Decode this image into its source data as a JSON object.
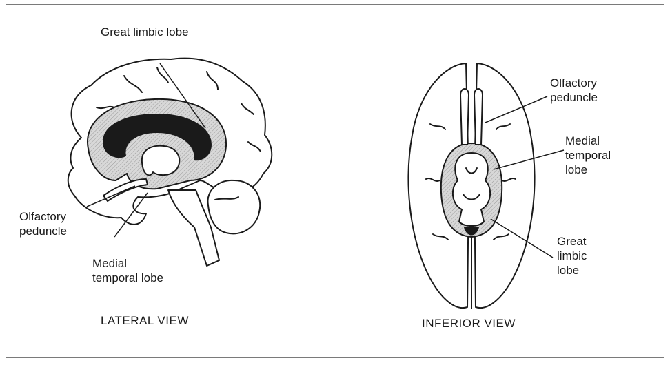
{
  "lateral": {
    "title": "LATERAL VIEW",
    "labels": {
      "great_limbic_lobe": "Great limbic lobe",
      "olfactory_peduncle": "Olfactory\npeduncle",
      "medial_temporal_lobe": "Medial\ntemporal lobe"
    }
  },
  "inferior": {
    "title": "INFERIOR VIEW",
    "labels": {
      "olfactory_peduncle": "Olfactory\npeduncle",
      "medial_temporal_lobe": "Medial\ntemporal\nlobe",
      "great_limbic_lobe": "Great\nlimbic\nlobe"
    }
  },
  "colors": {
    "ink": "#1a1a1a",
    "limbic_shade": "#cfcfcf",
    "frame": "#7a7a7a"
  }
}
